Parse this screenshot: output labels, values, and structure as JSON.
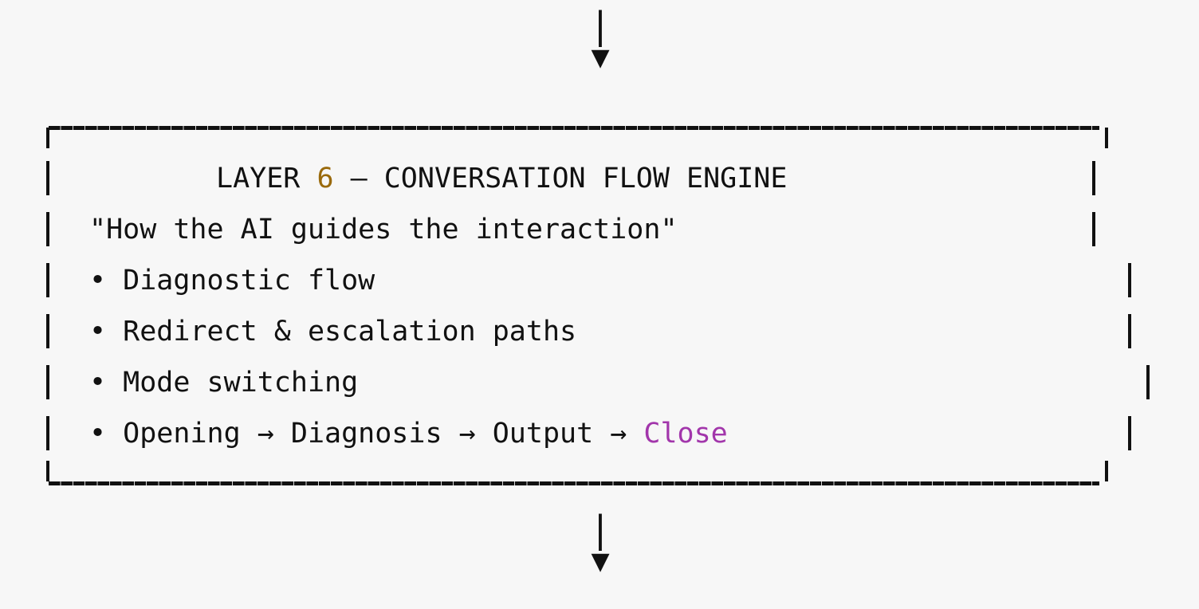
{
  "colors": {
    "background": "#f7f7f7",
    "foreground": "#111111",
    "accent_number": "#9a6a0c",
    "accent_close": "#a236ab",
    "rule": "#111111"
  },
  "connectors": {
    "top": {
      "stem_glyph": "|",
      "arrow_glyph": "▼"
    },
    "bottom": {
      "stem_glyph": "|",
      "arrow_glyph": "▼"
    }
  },
  "box": {
    "border_glyph_vertical": "|",
    "border_glyph_horizontal": "-",
    "title": {
      "prefix": "LAYER ",
      "number": "6",
      "suffix": " — CONVERSATION FLOW ENGINE",
      "full": "LAYER 6 — CONVERSATION FLOW ENGINE"
    },
    "subtitle": "\"How the AI guides the interaction\"",
    "bullets": [
      {
        "marker": "•",
        "text": "Diagnostic flow"
      },
      {
        "marker": "•",
        "text": "Redirect & escalation paths"
      },
      {
        "marker": "•",
        "text": "Mode switching"
      },
      {
        "marker": "•",
        "text": "Opening → Diagnosis → Output → ",
        "highlight": "Close",
        "full": "Opening → Diagnosis → Output → Close"
      }
    ]
  }
}
